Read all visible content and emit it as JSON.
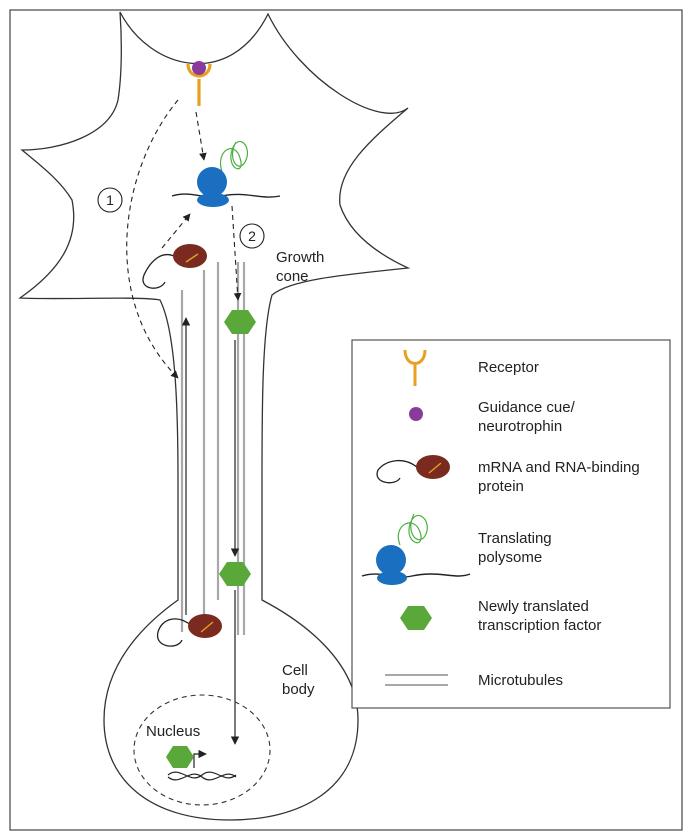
{
  "labels": {
    "growth_cone_line1": "Growth",
    "growth_cone_line2": "cone",
    "cell_body_line1": "Cell",
    "cell_body_line2": "body",
    "nucleus": "Nucleus",
    "step1": "1",
    "step2": "2"
  },
  "legend": {
    "items": [
      {
        "icon": "receptor-icon",
        "lines": [
          "Receptor"
        ]
      },
      {
        "icon": "guidance-cue-icon",
        "lines": [
          "Guidance cue/",
          "neurotrophin"
        ]
      },
      {
        "icon": "mrna-rbp-icon",
        "lines": [
          "mRNA and RNA-binding",
          "protein"
        ]
      },
      {
        "icon": "polysome-icon",
        "lines": [
          "Translating",
          "polysome"
        ]
      },
      {
        "icon": "transcription-factor-icon",
        "lines": [
          "Newly translated",
          "transcription factor"
        ]
      },
      {
        "icon": "microtubule-icon",
        "lines": [
          "Microtubules"
        ]
      }
    ]
  },
  "colors": {
    "receptor": "#e8a020",
    "cue": "#8a3a9a",
    "rbp": "#7a2a1e",
    "polysome": "#1a6fc0",
    "tf": "#5aa83a",
    "microtubule": "#a8a8a8",
    "nascent_chain": "#4caf40"
  }
}
